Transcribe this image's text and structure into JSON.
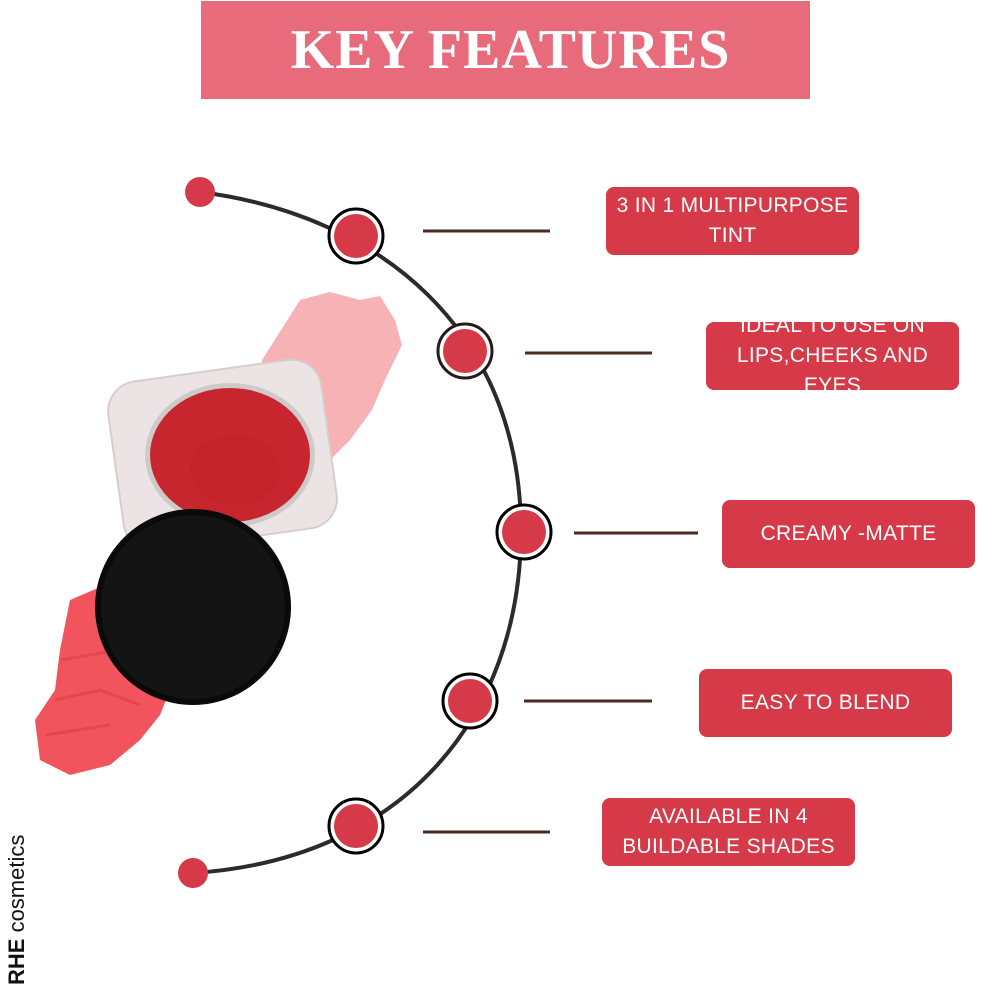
{
  "header": {
    "title": "KEY FEATURES"
  },
  "features": [
    {
      "line1": "3 IN 1 MULTIPURPOSE",
      "line2": "TINT"
    },
    {
      "line1": "IDEAL TO USE ON",
      "line2": "LIPS,CHEEKS AND EYES"
    },
    {
      "line1": "CREAMY -MATTE",
      "line2": ""
    },
    {
      "line1": "EASY TO BLEND",
      "line2": ""
    },
    {
      "line1": "AVAILABLE IN 4",
      "line2": "BUILDABLE SHADES"
    }
  ],
  "brand": {
    "bold": "RHE",
    "rest": " cosmetics"
  },
  "colors": {
    "banner": "#e86b7c",
    "accent": "#d63a48",
    "arc": "#2b2b2b",
    "connector": "#4a2a22"
  },
  "icons": [
    "timeline-node-icon",
    "product-jar-image"
  ]
}
